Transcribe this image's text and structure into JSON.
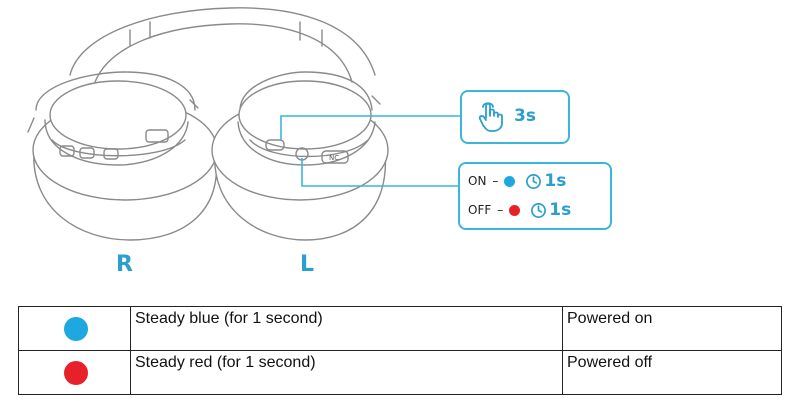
{
  "colors": {
    "accent": "#2a9fd0",
    "blue_led": "#1ea8e0",
    "red_led": "#e8202a",
    "outline": "#3bb6d9"
  },
  "labels": {
    "right": "R",
    "left": "L"
  },
  "hold_callout": {
    "icon": "tap-hand-icon",
    "duration": "3s"
  },
  "led_callout": {
    "rows": [
      {
        "state": "ON",
        "dash": "–",
        "led_color": "#1ea8e0",
        "icon": "clock-icon",
        "duration": "1s"
      },
      {
        "state": "OFF",
        "dash": "–",
        "led_color": "#e8202a",
        "icon": "clock-icon",
        "duration": "1s"
      }
    ]
  },
  "headphone_button_labels": {
    "nc_button": "NC"
  },
  "table": {
    "rows": [
      {
        "led_color": "#1ea8e0",
        "description": "Steady blue (for 1 second)",
        "status": "Powered on"
      },
      {
        "led_color": "#e8202a",
        "description": "Steady red (for 1 second)",
        "status": "Powered off"
      }
    ]
  }
}
